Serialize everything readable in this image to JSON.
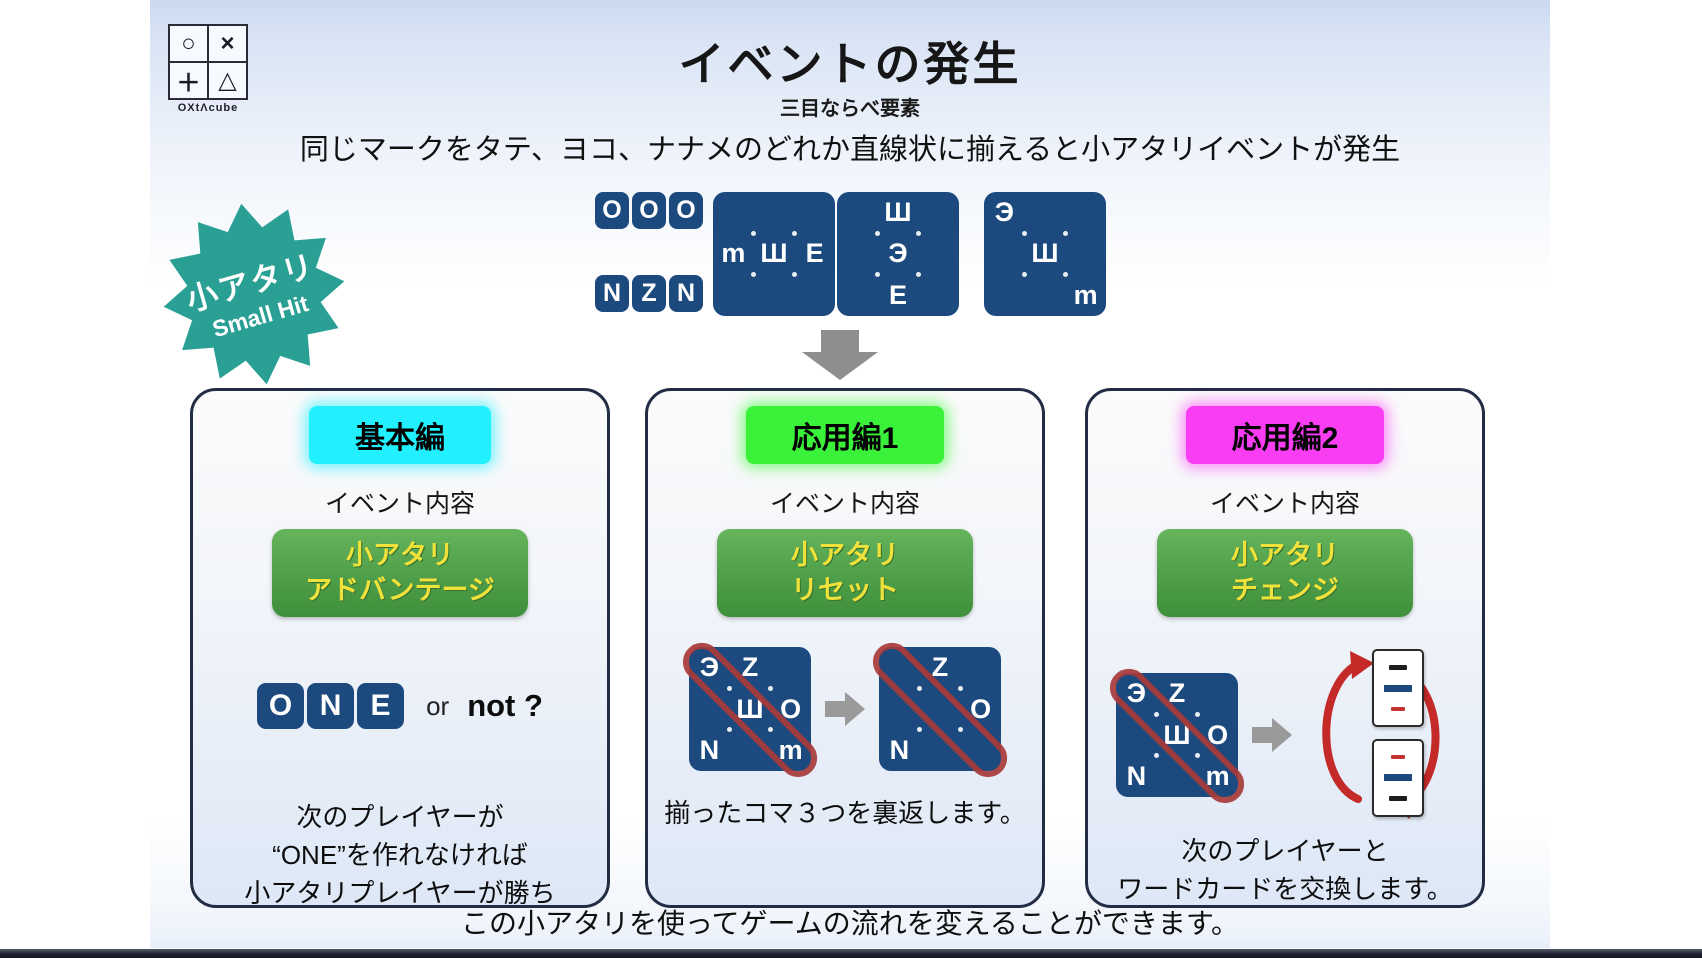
{
  "logo": {
    "symbols": [
      "○",
      "×",
      "＋",
      "△"
    ],
    "caption": "OXtΛcube"
  },
  "header": {
    "title": "イベントの発生",
    "subtitle": "三目ならべ要素",
    "lead": "同じマークをタテ、ヨコ、ナナメのどれか直線状に揃えると小アタリイベントが発生"
  },
  "badge": {
    "jp": "小アタリ",
    "en": "Small Hit",
    "color": "#2aa095"
  },
  "examples": {
    "strip_top": [
      "O",
      "O",
      "O"
    ],
    "strip_bottom": [
      "N",
      "Z",
      "N"
    ],
    "tile_row": [
      "",
      "",
      "",
      "m",
      "Ш",
      "E",
      "",
      "",
      ""
    ],
    "tile_col": [
      "",
      "Ш",
      "",
      "",
      "Э",
      "",
      "",
      "E",
      ""
    ],
    "tile_diag": [
      "Э",
      "",
      "",
      "",
      "Ш",
      "",
      "",
      "",
      "m"
    ]
  },
  "panels": [
    {
      "header": "基本編",
      "header_color": "#23f0ff",
      "label": "イベント内容",
      "event": [
        "小アタリ",
        "アドバンテージ"
      ],
      "one": [
        "O",
        "N",
        "E"
      ],
      "or_text": "or",
      "not_text": "not ?",
      "caption": [
        "次のプレイヤーが",
        "“ONE”を作れなければ",
        "小アタリプレイヤーが勝ち"
      ]
    },
    {
      "header": "応用編1",
      "header_color": "#3bf23b",
      "label": "イベント内容",
      "event": [
        "小アタリ",
        "リセット"
      ],
      "tile_before": [
        "Э",
        "Z",
        "",
        "",
        "Ш",
        "O",
        "N",
        "",
        "m"
      ],
      "tile_after": [
        "",
        "Z",
        "",
        "",
        "",
        "O",
        "N",
        "",
        ""
      ],
      "caption": [
        "揃ったコマ３つを裏返します。"
      ]
    },
    {
      "header": "応用編2",
      "header_color": "#f93df2",
      "label": "イベント内容",
      "event": [
        "小アタリ",
        "チェンジ"
      ],
      "tile": [
        "Э",
        "Z",
        "",
        "",
        "Ш",
        "O",
        "N",
        "",
        "m"
      ],
      "caption": [
        "次のプレイヤーと",
        "ワードカードを交換します。"
      ]
    }
  ],
  "footer": {
    "text": "この小アタリを使ってゲームの流れを変えることができます。"
  },
  "colors": {
    "tile_navy": "#1c4a7e",
    "event_text_yellow": "#f0e23b",
    "slash_red": "#a8393a",
    "exchange_red": "#c32a28"
  }
}
